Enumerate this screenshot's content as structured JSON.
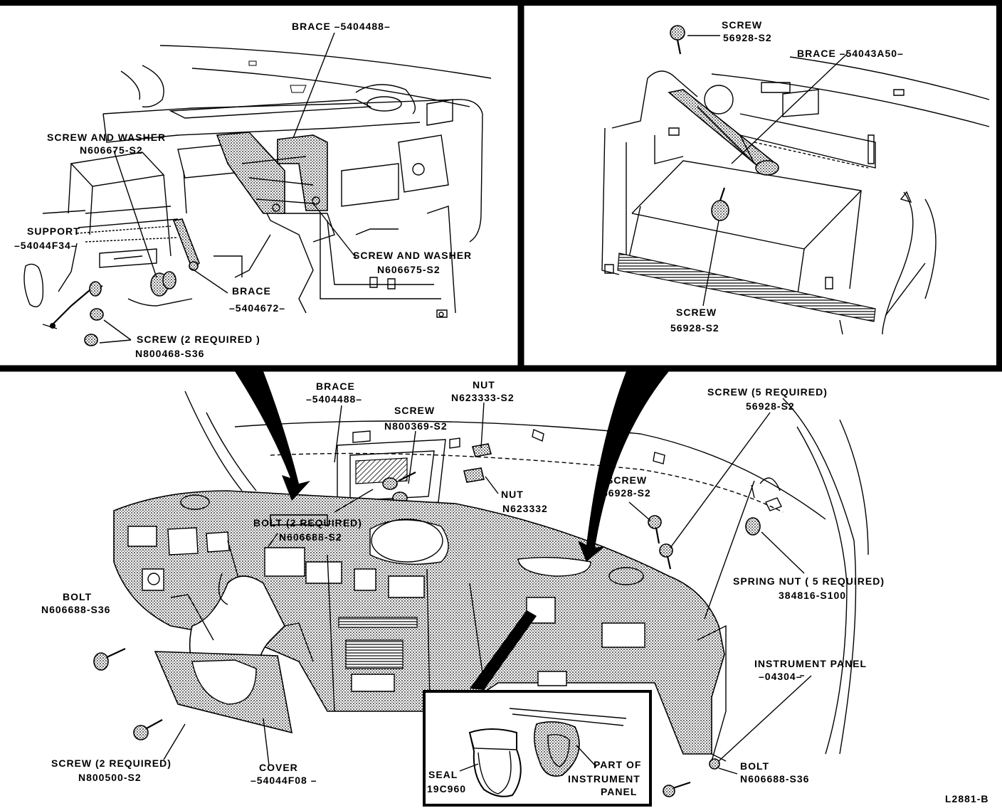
{
  "figure_id": "L2881-B",
  "detail_left": {
    "brace_top": [
      "BRACE –5404488–"
    ],
    "screw_washer_left": [
      "SCREW AND WASHER",
      "N606675-S2"
    ],
    "support": [
      "SUPPORT",
      "–54044F34–"
    ],
    "screw_washer_right": [
      "SCREW AND WASHER",
      "N606675-S2"
    ],
    "brace_lower": [
      "BRACE",
      "–5404672–"
    ],
    "screw_2req": [
      "SCREW (2 REQUIRED )",
      "N800468-S36"
    ]
  },
  "detail_right": {
    "screw_top": [
      "SCREW",
      "56928-S2"
    ],
    "brace": [
      "BRACE –54043A50–"
    ],
    "screw_bottom": [
      "SCREW",
      "56928-S2"
    ]
  },
  "main": {
    "brace": [
      "BRACE",
      "–5404488–"
    ],
    "nut_top": [
      "NUT",
      "N623333-S2"
    ],
    "screw_n": [
      "SCREW",
      "N800369-S2"
    ],
    "nut_mid": [
      "NUT",
      "N623332"
    ],
    "bolt_2req": [
      "BOLT (2 REQUIRED)",
      "N606688-S2"
    ],
    "screw_5req": [
      "SCREW (5 REQUIRED)",
      "56928-S2"
    ],
    "screw_mid": [
      "SCREW",
      "56928-S2"
    ],
    "spring_nut": [
      "SPRING NUT ( 5 REQUIRED)",
      "384816-S100"
    ],
    "bolt_left": [
      "BOLT",
      "N606688-S36"
    ],
    "instrument_panel": [
      "INSTRUMENT PANEL",
      "–04304–"
    ],
    "screw_2req": [
      "SCREW (2 REQUIRED)",
      "N800500-S2"
    ],
    "cover": [
      "COVER",
      "–54044F08 –"
    ],
    "bolt_right": [
      "BOLT",
      "N606688-S36"
    ]
  },
  "inset": {
    "seal": [
      "SEAL",
      "19C960"
    ],
    "part_of": [
      "PART OF",
      "INSTRUMENT",
      "PANEL"
    ]
  }
}
